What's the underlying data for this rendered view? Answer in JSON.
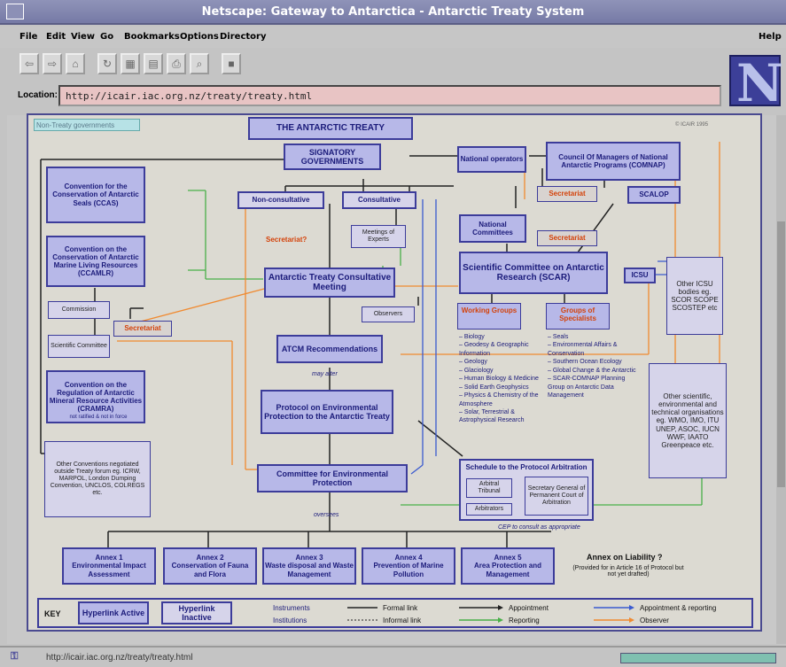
{
  "window": {
    "title": "Netscape: Gateway to Antarctica - Antarctic Treaty System"
  },
  "menu": {
    "file": "File",
    "edit": "Edit",
    "view": "View",
    "go": "Go",
    "bookmarks": "Bookmarks",
    "options": "Options",
    "directory": "Directory",
    "help": "Help"
  },
  "location": {
    "label": "Location:",
    "url": "http://icair.iac.org.nz/treaty/treaty.html"
  },
  "status": {
    "url": "http://icair.iac.org.nz/treaty/treaty.html"
  },
  "diagram": {
    "tag": "Non-Treaty governments",
    "copyright": "© ICAIR 1995",
    "title": "THE ANTARCTIC TREATY",
    "signatory": "SIGNATORY GOVERNMENTS",
    "natops": "National operators",
    "comnap": "Council Of Managers of National Antarctic Programs (COMNAP)",
    "ccas": "Convention for the Conservation of Antarctic Seals (CCAS)",
    "noncons": "Non-consultative",
    "cons": "Consultative",
    "secr1": "Secretariat",
    "scalop": "SCALOP",
    "secr2": "Secretariat?",
    "meetexp": "Meetings of Experts",
    "natcom": "National Committees",
    "secr3": "Secretariat",
    "ccamlr": "Convention on the Conservation of Antarctic Marine Living Resources (CCAMLR)",
    "atcm": "Antarctic Treaty Consultative Meeting",
    "scar": "Scientific Committee on Antarctic Research (SCAR)",
    "icsu": "ICSU",
    "othericsu": "Other ICSU bodies eg. SCOR SCOPE SCOSTEP etc",
    "commission": "Commission",
    "observers": "Observers",
    "secr4": "Secretariat",
    "wg": "Working Groups",
    "gos": "Groups of Specialists",
    "wglist": [
      "Biology",
      "Geodesy & Geographic Information",
      "Geology",
      "Glaciology",
      "Human Biology & Medicine",
      "Solid Earth Geophysics",
      "Physics & Chemistry of the Atmosphere",
      "Solar, Terrestrial & Astrophysical Research"
    ],
    "goslist": [
      "Seals",
      "Environmental Affairs & Conservation",
      "Southern Ocean Ecology",
      "Global Change & the Antarctic",
      "SCAR-COMNAP Planning Group on Antarctic Data Management"
    ],
    "scicom": "Scientific Committee",
    "atcmrec": "ATCM Recommendations",
    "mayalter": "may alter",
    "cramra": "Convention on the Regulation of Antarctic Mineral Resource Activities (CRAMRA)",
    "cramranote": "not ratified & not in force",
    "protocol": "Protocol on Environmental Protection to the Antarctic Treaty",
    "othersci": "Other scientific, environmental and technical organisations eg. WMO, IMO, ITU UNEP, ASOC, IUCN WWF, IAATO Greenpeace etc.",
    "otherconv": "Other Conventions negotiated outside Treaty forum eg. ICRW, MARPOL, London Dumping Convention, UNCLOS, COLREGS etc.",
    "schedule": "Schedule to the Protocol Arbitration",
    "tribunal": "Arbitral Tribunal",
    "arbitrators": "Arbitrators",
    "secgen": "Secretary General of Permanent Court of Arbitration",
    "cep": "Committee for Environmental Protection",
    "overseas": "oversees",
    "cepnote": "CEP to consult as appropriate",
    "annexes": [
      {
        "t": "Annex 1",
        "d": "Environmental Impact Assessment"
      },
      {
        "t": "Annex 2",
        "d": "Conservation of Fauna and Flora"
      },
      {
        "t": "Annex 3",
        "d": "Waste disposal and Waste Management"
      },
      {
        "t": "Annex 4",
        "d": "Prevention of Marine Pollution"
      },
      {
        "t": "Annex 5",
        "d": "Area Protection and Management"
      }
    ],
    "liability": "Annex on Liability ?",
    "liabnote": "(Provided for in Article 16 of Protocol but not yet drafted)",
    "key": {
      "key": "KEY",
      "active": "Hyperlink Active",
      "inactive": "Hyperlink Inactive",
      "instr": "Instruments",
      "inst": "Institutions",
      "formal": "Formal link",
      "informal": "Informal link",
      "appt": "Appointment",
      "report": "Reporting",
      "apptrep": "Appointment & reporting",
      "observer": "Observer"
    },
    "colors": {
      "accent": "#3c3c9a",
      "box": "#b7b8e8",
      "red": "#d4420a",
      "green": "#48b048",
      "orange": "#f08a30",
      "blue": "#3a5ad0"
    }
  }
}
